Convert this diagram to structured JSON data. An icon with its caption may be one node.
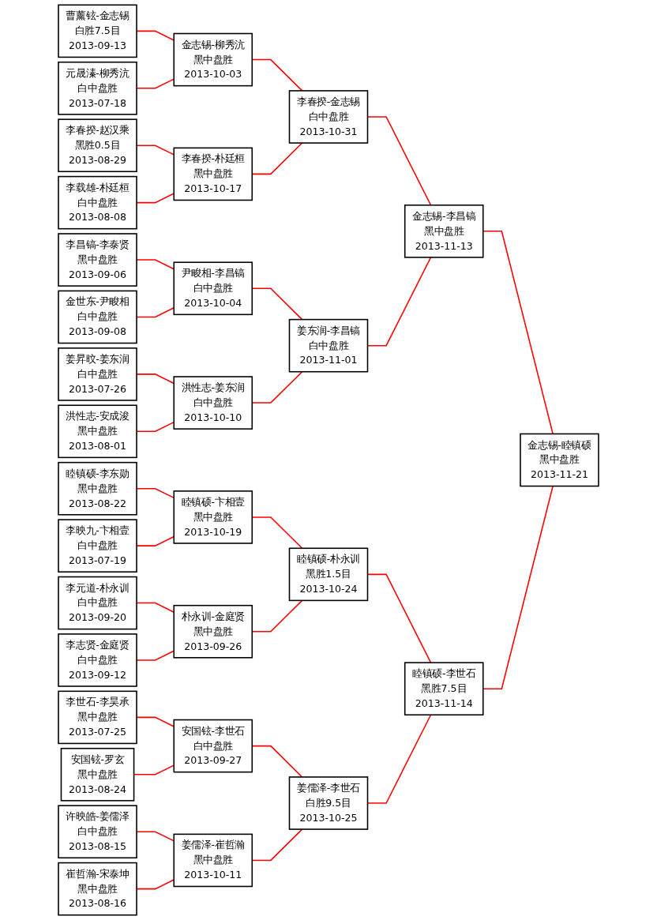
{
  "diagram": {
    "nodes": [
      {
        "text": [
          "曹薰铉-金志锡",
          "白胜7.5目",
          "2013-09-13"
        ]
      },
      {
        "text": [
          "元晟溱-柳秀沆",
          "白中盘胜",
          "2013-07-18"
        ]
      },
      {
        "text": [
          "李春揆-赵汉乘",
          "黑胜0.5目",
          "2013-08-29"
        ]
      },
      {
        "text": [
          "李载雄-朴廷桓",
          "白中盘胜",
          "2013-08-08"
        ]
      },
      {
        "text": [
          "李昌镐-李泰贤",
          "黑中盘胜",
          "2013-09-06"
        ]
      },
      {
        "text": [
          "金世东-尹畯相",
          "白中盘胜",
          "2013-09-08"
        ]
      },
      {
        "text": [
          "姜昇旼-姜东润",
          "白中盘胜",
          "2013-07-26"
        ]
      },
      {
        "text": [
          "洪性志-安成浚",
          "黑中盘胜",
          "2013-08-01"
        ]
      },
      {
        "text": [
          "睦镇硕-李东勋",
          "黑中盘胜",
          "2013-08-22"
        ]
      },
      {
        "text": [
          "李映九-卞相壹",
          "白中盘胜",
          "2013-07-19"
        ]
      },
      {
        "text": [
          "李元道-朴永训",
          "白中盘胜",
          "2013-09-20"
        ]
      },
      {
        "text": [
          "李志贤-金庭贤",
          "白中盘胜",
          "2013-09-12"
        ]
      },
      {
        "text": [
          "李世石-李昊承",
          "黑中盘胜",
          "2013-07-25"
        ]
      },
      {
        "text": [
          "安国铉-罗玄",
          "黑中盘胜",
          "2013-08-24"
        ]
      },
      {
        "text": [
          "许映皓-姜儒泽",
          "白中盘胜",
          "2013-08-15"
        ]
      },
      {
        "text": [
          "崔哲瀚-宋泰坤",
          "黑中盘胜",
          "2013-08-16"
        ]
      },
      {
        "text": [
          "金志锡-柳秀沆",
          "黑中盘胜",
          "2013-10-03"
        ]
      },
      {
        "text": [
          "李春揆-朴廷桓",
          "黑中盘胜",
          "2013-10-17"
        ]
      },
      {
        "text": [
          "尹畯相-李昌镐",
          "白中盘胜",
          "2013-10-04"
        ]
      },
      {
        "text": [
          "洪性志-姜东润",
          "白中盘胜",
          "2013-10-10"
        ]
      },
      {
        "text": [
          "睦镇硕-卞相壹",
          "黑中盘胜",
          "2013-10-19"
        ]
      },
      {
        "text": [
          "朴永训-金庭贤",
          "黑中盘胜",
          "2013-09-26"
        ]
      },
      {
        "text": [
          "安国铉-李世石",
          "白中盘胜",
          "2013-09-27"
        ]
      },
      {
        "text": [
          "姜儒泽-崔哲瀚",
          "黑中盘胜",
          "2013-10-11"
        ]
      },
      {
        "text": [
          "李春揆-金志锡",
          "白中盘胜",
          "2013-10-31"
        ]
      },
      {
        "text": [
          "姜东润-李昌镐",
          "白中盘胜",
          "2013-11-01"
        ]
      },
      {
        "text": [
          "睦镇硕-朴永训",
          "黑胜1.5目",
          "2013-10-24"
        ]
      },
      {
        "text": [
          "姜儒泽-李世石",
          "白胜9.5目",
          "2013-10-25"
        ]
      },
      {
        "text": [
          "金志锡-李昌镐",
          "黑中盘胜",
          "2013-11-13"
        ]
      },
      {
        "text": [
          "睦镇硕-李世石",
          "黑胜7.5目",
          "2013-11-14"
        ]
      },
      {
        "text": [
          "金志锡-睦镇硕",
          "黑中盘胜",
          "2013-11-21"
        ]
      }
    ],
    "edges": [
      {
        "from": 0,
        "to": 16,
        "arrow": "none"
      },
      {
        "from": 1,
        "to": 16,
        "arrow": "none"
      },
      {
        "from": 2,
        "to": 17,
        "arrow": "none"
      },
      {
        "from": 3,
        "to": 17,
        "arrow": "none"
      },
      {
        "from": 4,
        "to": 18,
        "arrow": "none"
      },
      {
        "from": 5,
        "to": 18,
        "arrow": "none"
      },
      {
        "from": 6,
        "to": 19,
        "arrow": "none"
      },
      {
        "from": 7,
        "to": 19,
        "arrow": "none"
      },
      {
        "from": 8,
        "to": 20,
        "arrow": "none"
      },
      {
        "from": 9,
        "to": 20,
        "arrow": "none"
      },
      {
        "from": 10,
        "to": 21,
        "arrow": "none"
      },
      {
        "from": 11,
        "to": 21,
        "arrow": "none"
      },
      {
        "from": 12,
        "to": 22,
        "arrow": "none"
      },
      {
        "from": 13,
        "to": 22,
        "arrow": "none"
      },
      {
        "from": 14,
        "to": 23,
        "arrow": "none"
      },
      {
        "from": 15,
        "to": 23,
        "arrow": "none"
      },
      {
        "from": 16,
        "to": 24,
        "arrow": "none"
      },
      {
        "from": 17,
        "to": 24,
        "arrow": "none"
      },
      {
        "from": 18,
        "to": 25,
        "arrow": "none"
      },
      {
        "from": 19,
        "to": 25,
        "arrow": "none"
      },
      {
        "from": 20,
        "to": 26,
        "arrow": "none"
      },
      {
        "from": 21,
        "to": 26,
        "arrow": "none"
      },
      {
        "from": 22,
        "to": 27,
        "arrow": "none"
      },
      {
        "from": 23,
        "to": 27,
        "arrow": "none"
      },
      {
        "from": 24,
        "to": 28,
        "arrow": "none"
      },
      {
        "from": 25,
        "to": 28,
        "arrow": "none"
      },
      {
        "from": 26,
        "to": 29,
        "arrow": "none"
      },
      {
        "from": 27,
        "to": 29,
        "arrow": "none"
      },
      {
        "from": 28,
        "to": 30,
        "arrow": "none"
      },
      {
        "from": 29,
        "to": 30,
        "arrow": "none"
      }
    ]
  }
}
